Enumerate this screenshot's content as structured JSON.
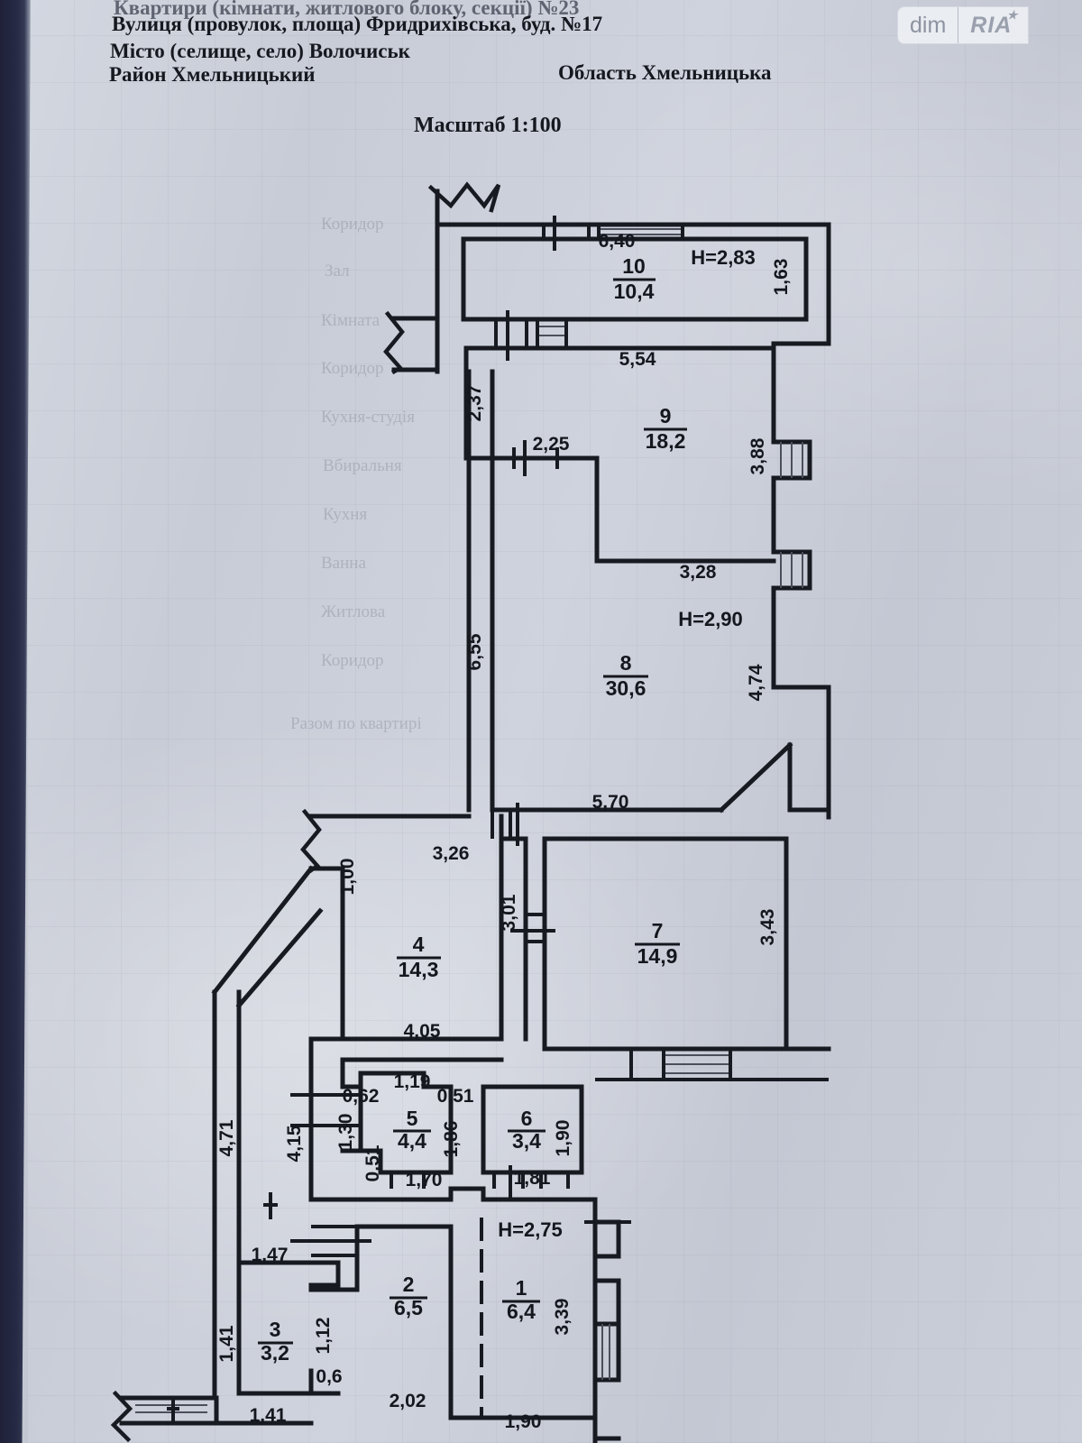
{
  "document": {
    "header": {
      "line_apartment": "Квартири (кімнати, житлового блоку, секції) №23",
      "line_street": "Вулиця (провулок, площа)  Фридрихівська, буд. №17",
      "line_city": "Місто (селище, село) Волочиськ",
      "line_district": "Район  Хмельницький",
      "line_region": "Область  Хмельницька",
      "scale": "Масштаб 1:100"
    },
    "watermark": {
      "left_text": "dim",
      "right_text": "RIA",
      "star_glyph": "★"
    },
    "ghost_labels": [
      "Коридор",
      "Зал",
      "Кімната",
      "Коридор",
      "Кухня-студія",
      "Вбиральня",
      "Кухня",
      "Ванна",
      "Житлова",
      "Коридор",
      "Разом по квартирі"
    ]
  },
  "floor_plan": {
    "type": "architectural-floor-plan",
    "scale": "1:100",
    "units": "meters",
    "rooms": [
      {
        "id": "1",
        "number": "1",
        "area": "6,4",
        "height": "H=2,75",
        "dims": [
          "1,90",
          "3,39"
        ]
      },
      {
        "id": "2",
        "number": "2",
        "area": "6,5",
        "height": "",
        "dims": [
          "2,02"
        ]
      },
      {
        "id": "3",
        "number": "3",
        "area": "3,2",
        "height": "",
        "dims": [
          "1,41",
          "1,41",
          "1,12",
          "0,6",
          "1,47"
        ]
      },
      {
        "id": "4",
        "number": "4",
        "area": "14,3",
        "height": "",
        "dims": [
          "3,26",
          "1,00",
          "4,05",
          "3,01",
          "4,71",
          "4,15"
        ]
      },
      {
        "id": "5",
        "number": "5",
        "area": "4,4",
        "height": "",
        "dims": [
          "0,62",
          "1,19",
          "0,51",
          "1,30",
          "1,86",
          "0,51",
          "1,70"
        ]
      },
      {
        "id": "6",
        "number": "6",
        "area": "3,4",
        "height": "",
        "dims": [
          "1,90",
          "1,81"
        ]
      },
      {
        "id": "7",
        "number": "7",
        "area": "14,9",
        "height": "",
        "dims": [
          "3,43",
          "5,70"
        ]
      },
      {
        "id": "8",
        "number": "8",
        "area": "30,6",
        "height": "H=2,90",
        "dims": [
          "6,55",
          "4,74",
          "5,70",
          "3,28"
        ]
      },
      {
        "id": "9",
        "number": "9",
        "area": "18,2",
        "height": "",
        "dims": [
          "5,54",
          "2,37",
          "2,25",
          "3,88",
          "3,28"
        ]
      },
      {
        "id": "10",
        "number": "10",
        "area": "10,4",
        "height": "H=2,83",
        "dims": [
          "6,40",
          "1,63"
        ]
      }
    ],
    "dimension_labels": [
      "6,40",
      "1,63",
      "5,54",
      "2,37",
      "2,25",
      "3,88",
      "3,28",
      "6,55",
      "4,74",
      "5,70",
      "3,26",
      "1,00",
      "3,01",
      "3,43",
      "4,05",
      "4,71",
      "4,15",
      "0,62",
      "1,19",
      "0,51",
      "1,30",
      "1,86",
      "0,51",
      "1,70",
      "1,90",
      "1,81",
      "1,47",
      "1,41",
      "1,12",
      "0,6",
      "1,41",
      "2,02",
      "1,90",
      "3,39"
    ],
    "height_notes": [
      "H=2,83",
      "H=2,90",
      "H=2,75"
    ]
  }
}
